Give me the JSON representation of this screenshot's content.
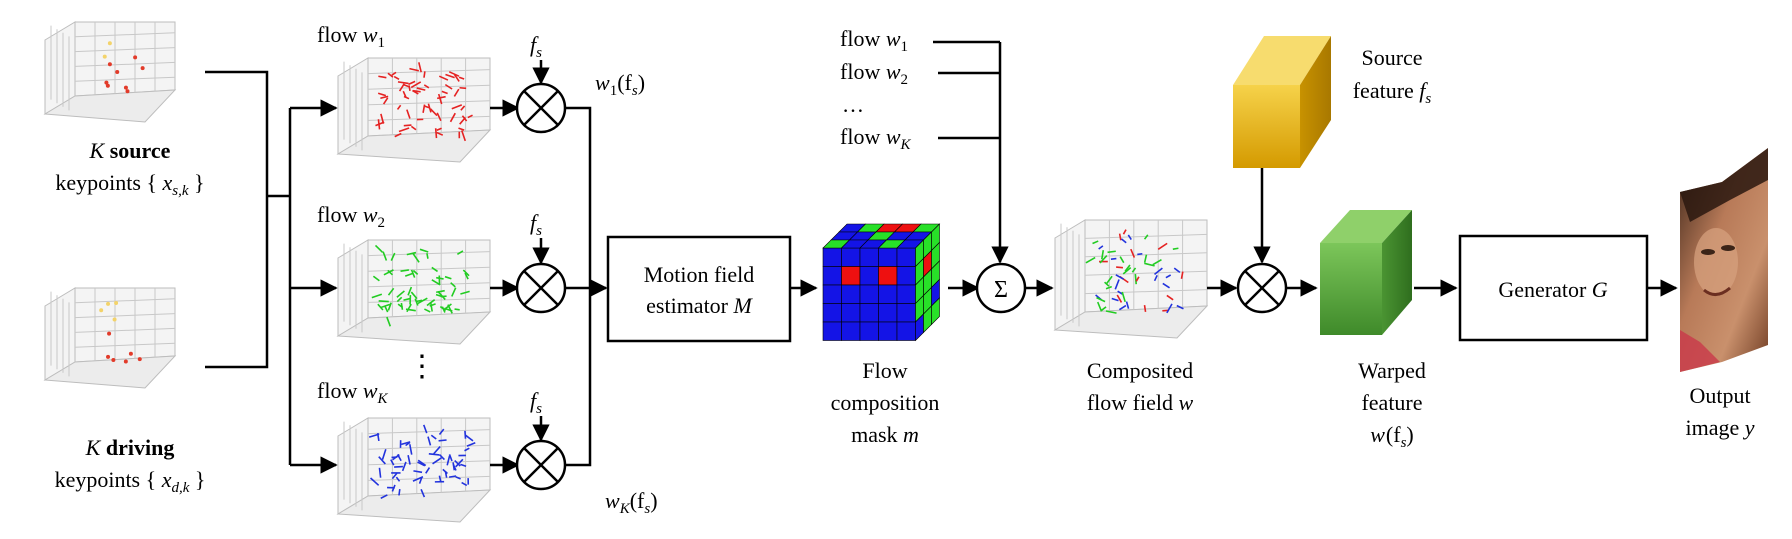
{
  "inputs": {
    "source": {
      "var": "K",
      "word": "source",
      "caption": "keypoints",
      "set_open": "{",
      "x": "x",
      "sub": "s,k",
      "set_close": "}"
    },
    "driving": {
      "var": "K",
      "word": "driving",
      "caption": "keypoints",
      "set_open": "{",
      "x": "x",
      "sub": "d,k",
      "set_close": "}"
    }
  },
  "flows": [
    {
      "prefix": "flow",
      "w": "w",
      "sub": "1",
      "color": "#e52222",
      "out": "w",
      "out_sub": "1",
      "out_arg": "(f",
      "out_arg_sub": "s",
      "out_close": ")"
    },
    {
      "prefix": "flow",
      "w": "w",
      "sub": "2",
      "color": "#22cc22",
      "out": "",
      "out_sub": "",
      "out_arg": "",
      "out_arg_sub": "",
      "out_close": ""
    },
    {
      "prefix": "flow",
      "w": "w",
      "sub": "K",
      "color": "#2233dd",
      "out": "w",
      "out_sub": "K",
      "out_arg": "(f",
      "out_arg_sub": "s",
      "out_close": ")"
    }
  ],
  "flow_ellipsis": "⋮",
  "fs_label": {
    "f": "f",
    "sub": "s"
  },
  "operator_icons": {
    "multiply": "circle-times-icon",
    "sum": "sigma-icon"
  },
  "sum_symbol": "Σ",
  "motion_estimator": {
    "line1": "Motion field",
    "line2_text": "estimator",
    "line2_var": "M"
  },
  "mask": {
    "line1": "Flow",
    "line2": "composition",
    "line3_text": "mask",
    "line3_var": "m",
    "colors": {
      "blue": "#1414e6",
      "red": "#ee1010",
      "green": "#28e028"
    }
  },
  "flow_list": [
    {
      "prefix": "flow",
      "w": "w",
      "sub": "1"
    },
    {
      "prefix": "flow",
      "w": "w",
      "sub": "2"
    },
    {
      "prefix": "",
      "w": "…",
      "sub": ""
    },
    {
      "prefix": "flow",
      "w": "w",
      "sub": "K"
    }
  ],
  "composited": {
    "line1": "Composited",
    "line2_text": "flow field",
    "line2_var": "w"
  },
  "source_feature": {
    "line1": "Source",
    "line2_text": "feature",
    "f": "f",
    "sub": "s",
    "color": "#f2c200"
  },
  "warped": {
    "line1": "Warped",
    "line2": "feature",
    "w": "w",
    "arg": "(f",
    "sub": "s",
    "close": ")",
    "color": "#5aa83c"
  },
  "generator": {
    "text": "Generator",
    "var": "G"
  },
  "output": {
    "line1": "Output",
    "line2_text": "image",
    "line2_var": "y"
  }
}
